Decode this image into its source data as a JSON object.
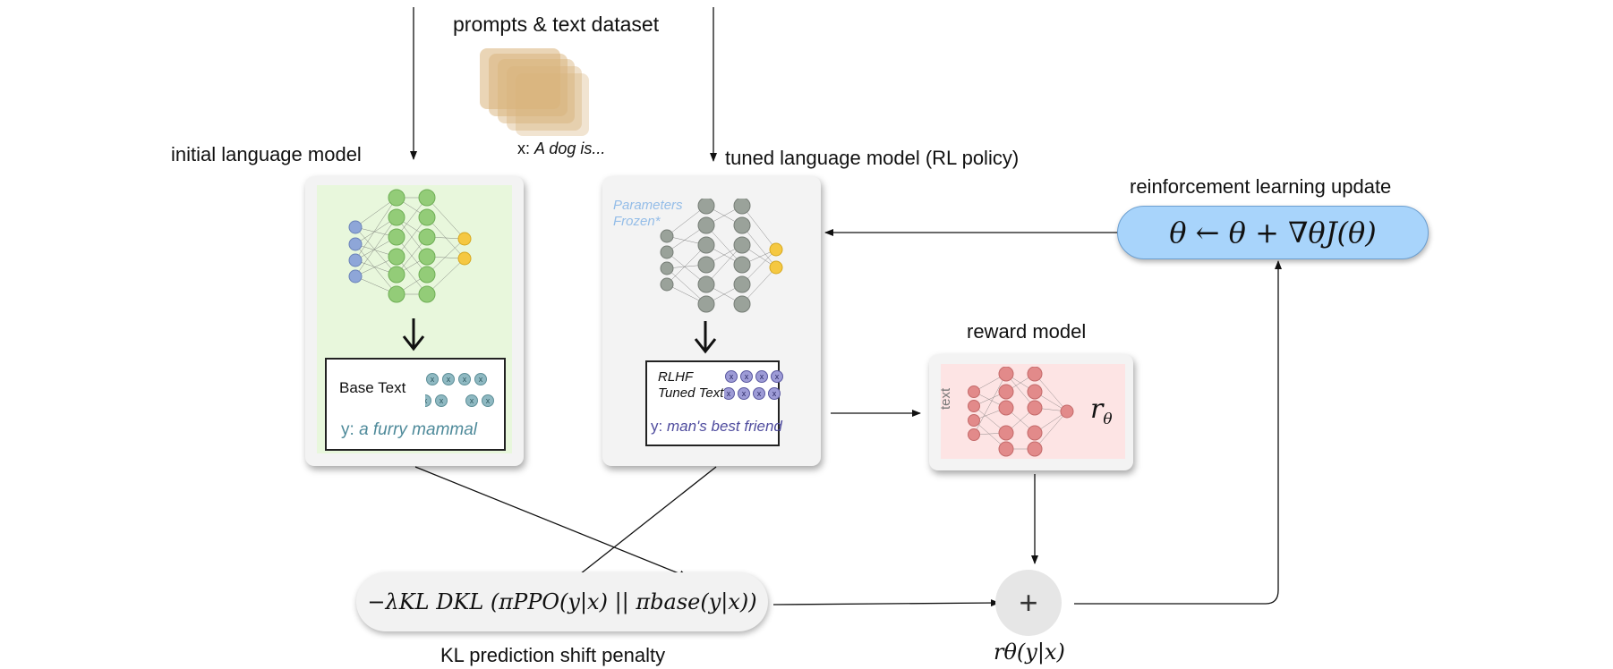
{
  "dataset": {
    "title": "prompts & text dataset",
    "example_prefix": "x: ",
    "example_text": "A dog is..."
  },
  "initial_model": {
    "title": "initial language model",
    "box_label": "Base Text",
    "output_prefix": "y: ",
    "output_text": "a furry mammal"
  },
  "tuned_model": {
    "title": "tuned language model (RL policy)",
    "frozen_line1": "Parameters",
    "frozen_line2": "Frozen*",
    "box_line1": "RLHF",
    "box_line2": "Tuned Text",
    "output_prefix": "y: ",
    "output_text": "man's best friend"
  },
  "reward_model": {
    "title": "reward model",
    "input_label": "text",
    "output_symbol": "r",
    "output_subscript": "θ"
  },
  "rl_update": {
    "title": "reinforcement learning update",
    "formula": "θ ← θ + ∇θJ(θ)"
  },
  "kl_penalty": {
    "caption": "KL prediction shift penalty",
    "formula": "−λKL DKL (πPPO(y|x) || πbase(y|x))"
  },
  "sum_node": {
    "symbol": "+",
    "caption": "rθ(y|x)"
  },
  "token_glyph": "x",
  "colors": {
    "green_panel": "#e8f7dc",
    "green_node": "#93cc78",
    "blue_node": "#8ea6d8",
    "yellow_node": "#f5c842",
    "gray_node": "#9aa29a",
    "red_panel": "#fde4e4",
    "red_node": "#e28a8a",
    "update_fill": "#a8d4fb",
    "dataset_fill": "#d8b27a"
  }
}
